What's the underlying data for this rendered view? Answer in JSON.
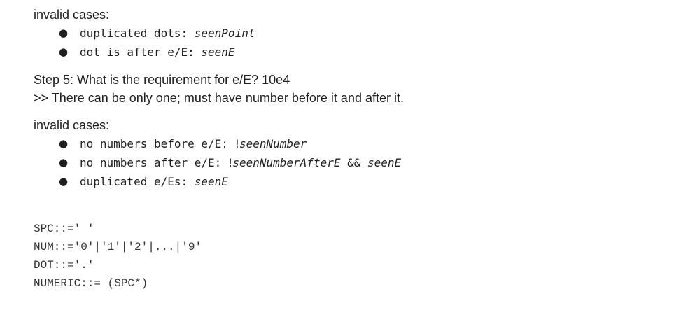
{
  "section1": {
    "heading": "invalid cases:",
    "items": [
      {
        "text": "duplicated dots: ",
        "var": "seenPoint"
      },
      {
        "text": "dot is after e/E: ",
        "var": "seenE"
      }
    ]
  },
  "step5": {
    "title": "Step 5: What is the requirement for e/E? 10e4",
    "answer": ">> There can be only one; must have number before it and after it."
  },
  "section2": {
    "heading": "invalid cases:",
    "items": [
      {
        "text": "no numbers before e/E: ",
        "bang": "!",
        "var": "seenNumber",
        "rest": "",
        "var2": ""
      },
      {
        "text": "no numbers after e/E: ",
        "bang": "!",
        "var": "seenNumberAfterE",
        "rest": " && ",
        "var2": "seenE"
      },
      {
        "text": "duplicated e/Es: ",
        "bang": "",
        "var": "seenE",
        "rest": "",
        "var2": ""
      }
    ]
  },
  "grammar": {
    "lines": [
      "SPC::=' '",
      "NUM::='0'|'1'|'2'|...|'9'",
      "DOT::='.'",
      "NUMERIC::= (SPC*)"
    ]
  }
}
